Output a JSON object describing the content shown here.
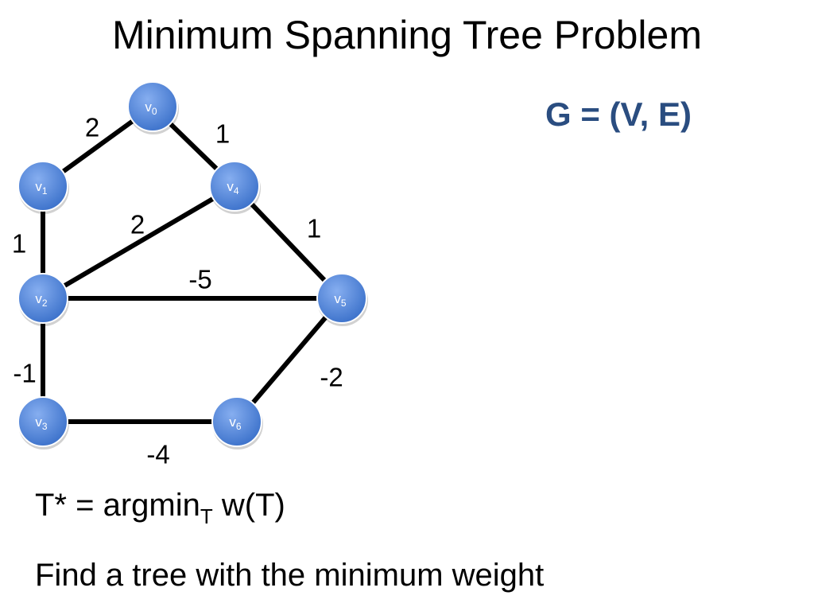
{
  "slide": {
    "title": "Minimum Spanning Tree Problem",
    "graph_definition": "G = (V, E)",
    "formula": {
      "lhs": "T* = argmin",
      "subscript": "T",
      "rhs": " w(T)"
    },
    "description": "Find a tree with the minimum weight"
  },
  "colors": {
    "node_fill_light": "#86aef0",
    "node_fill_dark": "#3f74cc",
    "node_stroke": "#ffffff",
    "edge": "#000000",
    "definition_text": "#2a4d80"
  },
  "graph": {
    "nodes": [
      {
        "id": "v0",
        "base": "v",
        "sub": "0"
      },
      {
        "id": "v1",
        "base": "v",
        "sub": "1"
      },
      {
        "id": "v2",
        "base": "v",
        "sub": "2"
      },
      {
        "id": "v3",
        "base": "v",
        "sub": "3"
      },
      {
        "id": "v4",
        "base": "v",
        "sub": "4"
      },
      {
        "id": "v5",
        "base": "v",
        "sub": "5"
      },
      {
        "id": "v6",
        "base": "v",
        "sub": "6"
      }
    ],
    "edges": [
      {
        "from": "v0",
        "to": "v1",
        "weight": "2"
      },
      {
        "from": "v0",
        "to": "v4",
        "weight": "1"
      },
      {
        "from": "v1",
        "to": "v2",
        "weight": "1"
      },
      {
        "from": "v4",
        "to": "v2",
        "weight": "2"
      },
      {
        "from": "v4",
        "to": "v5",
        "weight": "1"
      },
      {
        "from": "v2",
        "to": "v5",
        "weight": "-5"
      },
      {
        "from": "v2",
        "to": "v3",
        "weight": "-1"
      },
      {
        "from": "v5",
        "to": "v6",
        "weight": "-2"
      },
      {
        "from": "v3",
        "to": "v6",
        "weight": "-4"
      }
    ]
  }
}
